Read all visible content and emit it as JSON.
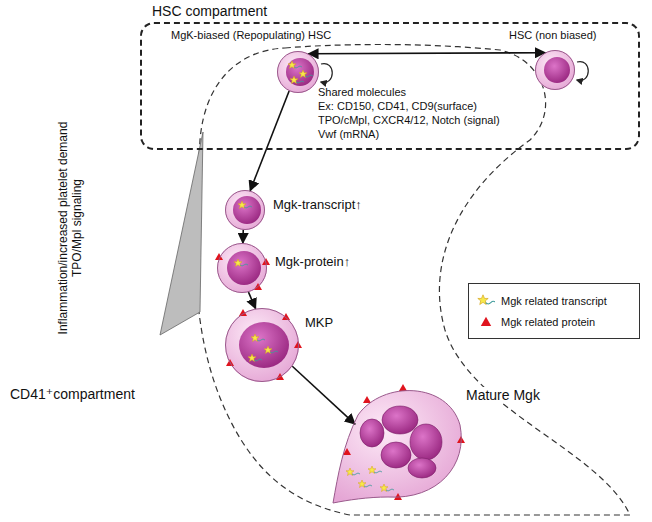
{
  "diagram": {
    "nodes": [
      {
        "text": [
          "HSC compartment"
        ]
      },
      {
        "text": [
          "MgK-biased (Repopulating) HSC"
        ],
        "in": 0
      },
      {
        "text": [
          "HSC (non biased)"
        ],
        "in": 0
      },
      {
        "text": [
          "CD41⁺compartment"
        ]
      },
      {
        "text": [
          "Mgk-transcript↑"
        ],
        "in": 3
      },
      {
        "text": [
          "Mgk-protein↑"
        ],
        "in": 3
      },
      {
        "text": [
          "MKP"
        ],
        "in": 3
      },
      {
        "text": [
          "Mature Mgk"
        ],
        "in": 3
      }
    ],
    "edges": [
      {
        "from": 1,
        "to": 2,
        "arrow": "both"
      },
      {
        "from": 1,
        "to": 4,
        "arrow": "to"
      },
      {
        "from": 4,
        "to": 5,
        "arrow": "to"
      },
      {
        "from": 5,
        "to": 6,
        "arrow": "to"
      },
      {
        "from": 6,
        "to": 7,
        "arrow": "to"
      }
    ],
    "labels": [
      "Shared molecules",
      "Ex: CD150, CD41, CD9(surface)",
      "TPO/cMpl, CXCR4/12, Notch (signal)",
      "Vwf (mRNA)",
      "Inflammation/increased platelet demand",
      "TPO/Mpl signaling"
    ],
    "legend": [
      {
        "text": "Mgk related transcript"
      },
      {
        "text": "Mgk related protein"
      }
    ]
  }
}
